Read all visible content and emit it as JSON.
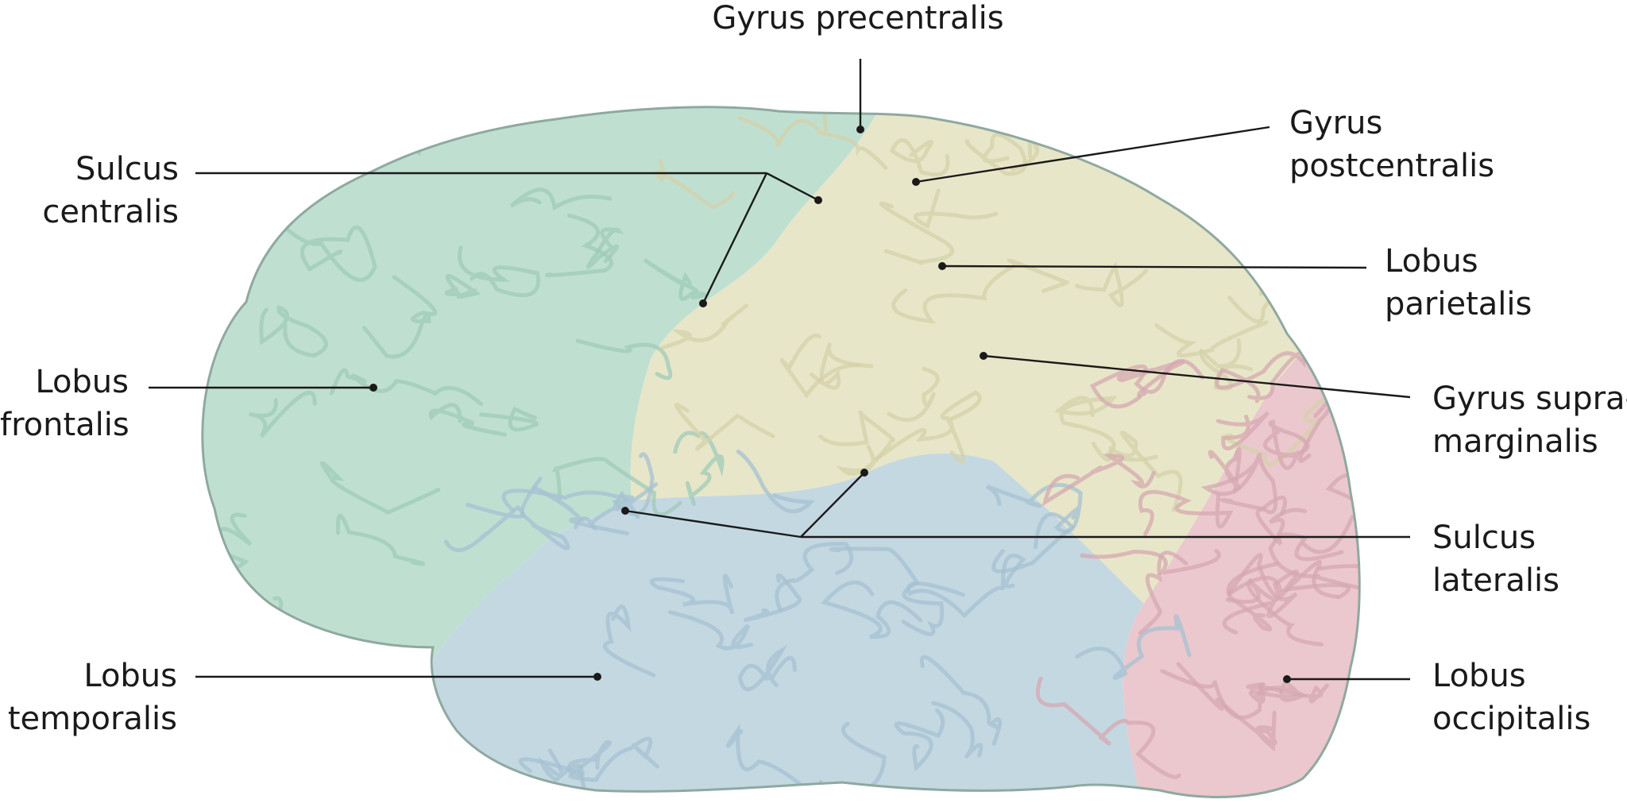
{
  "colors": {
    "frontal": "#bfe0d1",
    "frontal_shade": "#9fcbb8",
    "parietal": "#e8e6c8",
    "parietal_shade": "#d4d1a9",
    "temporal": "#c4d8e2",
    "temporal_shade": "#a6c2d1",
    "occipital": "#ebc8cd",
    "occipital_shade": "#d5a8b0",
    "leader_line": "#1a1a1a"
  },
  "labels": {
    "gyrus_precentralis": [
      "Gyrus precentralis"
    ],
    "sulcus_centralis": [
      "Sulcus",
      "centralis"
    ],
    "gyrus_postcentralis": [
      "Gyrus",
      "postcentralis"
    ],
    "lobus_parietalis": [
      "Lobus",
      "parietalis"
    ],
    "lobus_frontalis": [
      "Lobus",
      "frontalis"
    ],
    "gyrus_supramarginalis": [
      "Gyrus supra-",
      "marginalis"
    ],
    "sulcus_lateralis": [
      "Sulcus",
      "lateralis"
    ],
    "lobus_temporalis": [
      "Lobus",
      "temporalis"
    ],
    "lobus_occipitalis": [
      "Lobus",
      "occipitalis"
    ]
  }
}
